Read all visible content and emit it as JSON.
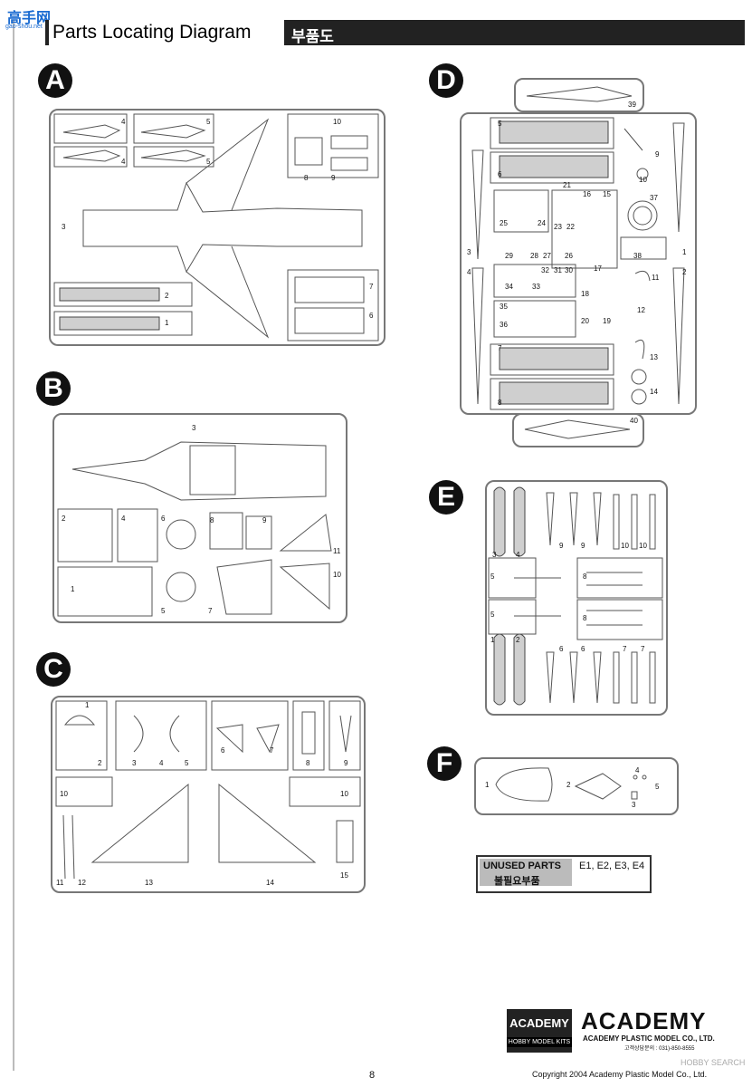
{
  "header": {
    "title": "Parts Locating Diagram",
    "title_korean": "부품도",
    "watermark_logo": "高手网",
    "watermark_url": "gao-shou.net"
  },
  "sections": {
    "A": {
      "letter": "A",
      "part_numbers": [
        "4",
        "5",
        "10",
        "4",
        "5",
        "8",
        "9",
        "3",
        "7",
        "2",
        "6",
        "1"
      ]
    },
    "B": {
      "letter": "B",
      "part_numbers": [
        "3",
        "2",
        "4",
        "6",
        "8",
        "9",
        "11",
        "1",
        "5",
        "7",
        "10"
      ]
    },
    "C": {
      "letter": "C",
      "part_numbers": [
        "1",
        "2",
        "3",
        "4",
        "5",
        "6",
        "7",
        "8",
        "9",
        "10",
        "10",
        "11",
        "12",
        "13",
        "14",
        "15"
      ]
    },
    "D": {
      "letter": "D",
      "part_numbers": [
        "39",
        "5",
        "9",
        "6",
        "10",
        "21",
        "37",
        "16",
        "15",
        "25",
        "24",
        "23",
        "22",
        "3",
        "1",
        "29",
        "28",
        "27",
        "26",
        "38",
        "17",
        "4",
        "2",
        "34",
        "33",
        "32",
        "31",
        "30",
        "11",
        "18",
        "35",
        "12",
        "36",
        "20",
        "19",
        "7",
        "13",
        "14",
        "8",
        "40"
      ]
    },
    "E": {
      "letter": "E",
      "part_numbers": [
        "3",
        "4",
        "9",
        "9",
        "10",
        "10",
        "5",
        "8",
        "5",
        "8",
        "1",
        "2",
        "6",
        "6",
        "7",
        "7"
      ]
    },
    "F": {
      "letter": "F",
      "part_numbers": [
        "1",
        "2",
        "4",
        "5",
        "3"
      ]
    }
  },
  "unused": {
    "label": "UNUSED PARTS",
    "label_korean": "불필요부품",
    "parts": "E1, E2, E3, E4"
  },
  "brand": {
    "box_name": "ACADEMY",
    "box_sub": "HOBBY MODEL KITS",
    "wordmark": "ACADEMY",
    "company": "ACADEMY PLASTIC MODEL CO., LTD.",
    "contact": "고객상담문의 : 031)-850-8555"
  },
  "footer": {
    "page_number": "8",
    "copyright": "Copyright 2004 Academy Plastic Model Co., Ltd.",
    "watermark": "HOBBY SEARCH"
  }
}
